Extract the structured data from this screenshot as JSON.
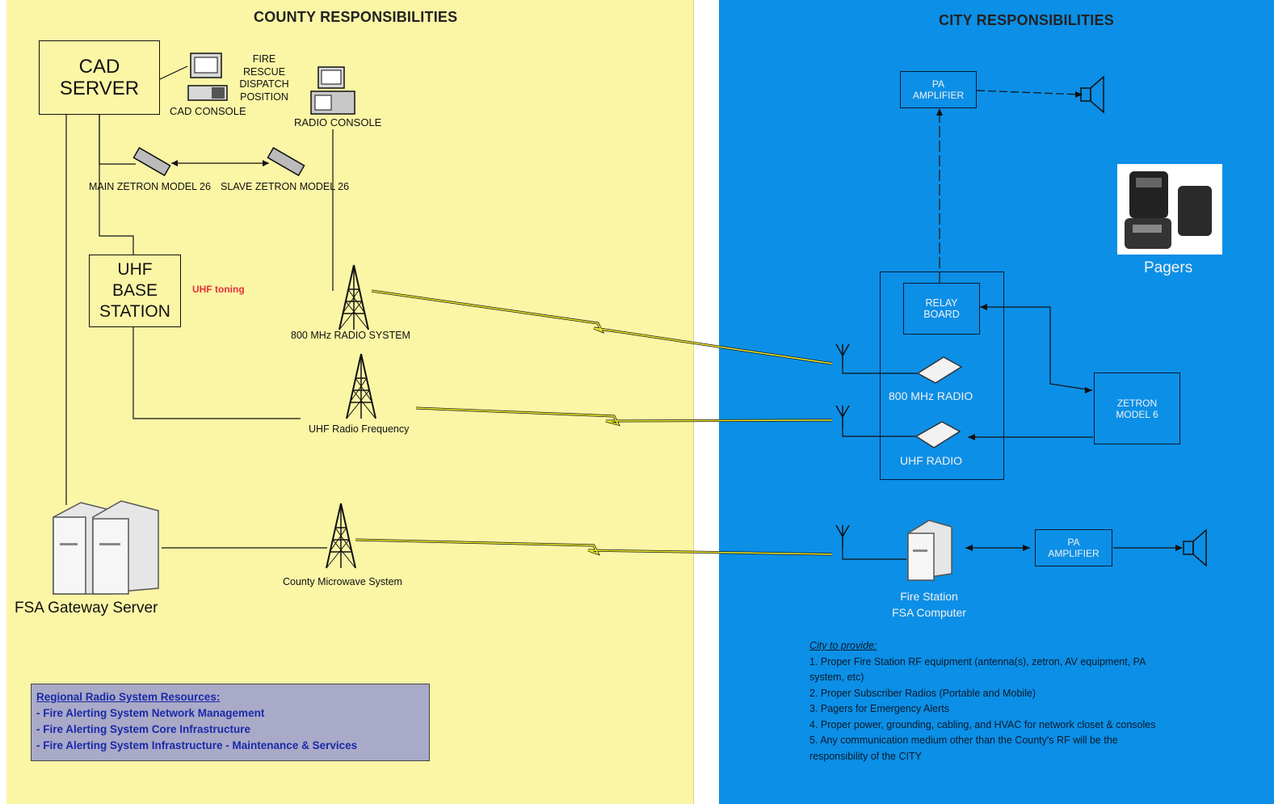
{
  "county": {
    "title": "COUNTY RESPONSIBILITIES",
    "cad_server": "CAD\nSERVER",
    "cad_console": "CAD CONSOLE",
    "fire_rescue_position": "FIRE\nRESCUE\nDISPATCH\nPOSITION",
    "radio_console": "RADIO CONSOLE",
    "main_zetron": "MAIN ZETRON MODEL 26",
    "slave_zetron": "SLAVE ZETRON MODEL 26",
    "uhf_base_station": "UHF\nBASE\nSTATION",
    "uhf_toning": "UHF toning",
    "radio_800": "800 MHz RADIO SYSTEM",
    "uhf_rf": "UHF Radio Frequency",
    "microwave": "County Microwave System",
    "fsa_gateway": "FSA Gateway Server",
    "legend": {
      "heading": "Regional Radio System Resources:",
      "items": [
        "- Fire Alerting System Network Management",
        "- Fire Alerting System Core Infrastructure",
        "- Fire Alerting System Infrastructure - Maintenance & Services"
      ]
    }
  },
  "city": {
    "title": "CITY RESPONSIBILITIES",
    "pa_amplifier_top": "PA\nAMPLIFIER",
    "pagers": "Pagers",
    "relay_board": "RELAY\nBOARD",
    "radio_800": "800 MHz RADIO",
    "uhf_radio": "UHF RADIO",
    "zetron_model6": "ZETRON\nMODEL 6",
    "fire_station_computer": "Fire Station\nFSA Computer",
    "pa_amplifier_bottom": "PA\nAMPLIFIER",
    "notes": {
      "heading": "City to provide:",
      "items": [
        "1.  Proper Fire Station RF equipment (antenna(s), zetron, AV equipment, PA system, etc)",
        "2.  Proper Subscriber Radios (Portable and Mobile)",
        "3.  Pagers for Emergency Alerts",
        "4.  Proper power, grounding, cabling, and HVAC for network closet & consoles",
        "5.  Any communication medium other than the County's RF will be the responsibility of the CITY"
      ]
    }
  },
  "colors": {
    "county_bg": "#fbf6a6",
    "city_bg": "#0c8fe6",
    "uhf_toning": "#e8303a",
    "legend_text": "#1a2aa8",
    "lightning": "#f2ee2a"
  },
  "icons": [
    "monitor-icon",
    "keyboard-icon",
    "zetron-device-icon",
    "tower-icon",
    "server-icon",
    "antenna-icon",
    "radio-icon",
    "speaker-icon",
    "pager-icon"
  ]
}
